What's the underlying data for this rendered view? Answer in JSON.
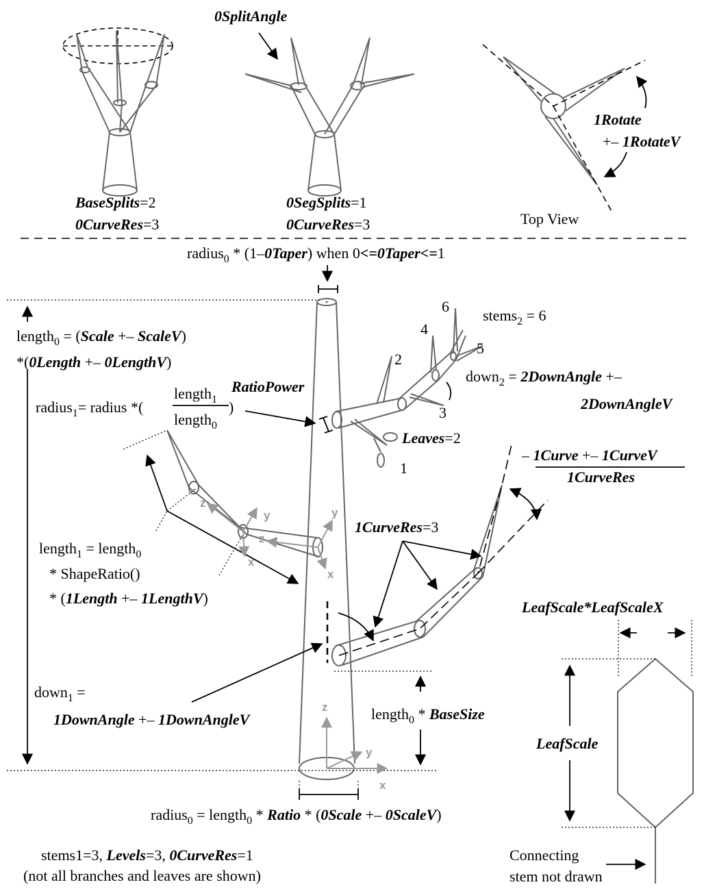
{
  "top": {
    "left": {
      "label1_var": "BaseSplits",
      "label1_val": "=2",
      "label2_var": "0CurveRes",
      "label2_val": "=3"
    },
    "middle": {
      "angle_label": "0SplitAngle",
      "label1_var": "0SegSplits",
      "label1_val": "=1",
      "label2_var": "0CurveRes",
      "label2_val": "=3"
    },
    "right": {
      "rotate": "1Rotate",
      "pm": "+–",
      "rotatev": "1RotateV",
      "caption": "Top View"
    }
  },
  "taper": {
    "p1": "radius",
    "sub": "0",
    "p2": " * (1–",
    "v1": "0Taper",
    "p3": ") when 0",
    "op1": "<=",
    "v2": "0Taper",
    "op2": "<=",
    "p4": "1"
  },
  "length0": {
    "l1_a": "length",
    "l1_sub": "0",
    "l1_b": " = (",
    "scale": "Scale",
    "pm": " +– ",
    "scalev": "ScaleV",
    "l1_c": ")",
    "l2_a": "*(",
    "len": "0Length",
    "lenv": "0LengthV",
    "l2_b": ")"
  },
  "radius1": {
    "a": "radius",
    "sub": "1",
    "b": "= radius *(",
    "num": "length",
    "num_sub": "1",
    "den": "length",
    "den_sub": "0",
    "c": ")",
    "power": "RatioPower"
  },
  "stems2": {
    "a": "stems",
    "sub": "2",
    "b": " = 6"
  },
  "down2": {
    "a": "down",
    "sub": "2",
    "b": " = ",
    "v1": "2DownAngle",
    "pm": " +–",
    "v2": "2DownAngleV"
  },
  "branch_nums": [
    "1",
    "2",
    "3",
    "4",
    "5",
    "6"
  ],
  "leaves": {
    "var": "Leaves",
    "val": "=2"
  },
  "curve": {
    "minus": "– ",
    "v1": "1Curve",
    "pm": " +– ",
    "v2": "1CurveV",
    "den": "1CurveRes"
  },
  "curveres": {
    "var": "1CurveRes",
    "val": "=3"
  },
  "length1": {
    "a": "length",
    "sub": "1",
    "b": " = length",
    "sub2": "0",
    "l2": "* ShapeRatio()",
    "l3_a": "* (",
    "v1": "1Length",
    "pm": " +– ",
    "v2": "1LengthV",
    "l3_b": ")"
  },
  "leafscale": {
    "x_label": "LeafScale*LeafScaleX",
    "y_label": "LeafScale"
  },
  "down1": {
    "a": "down",
    "sub": "1",
    "b": " =",
    "v1": "1DownAngle",
    "pm": " +– ",
    "v2": "1DownAngleV"
  },
  "basesize": {
    "a": "length",
    "sub": "0",
    "b": " * ",
    "v": "BaseSize"
  },
  "radius0": {
    "a": "radius",
    "sub": "0",
    "b": " = length",
    "sub2": "0",
    "c": " * ",
    "ratio": "Ratio",
    "d": " * (",
    "s": "0Scale",
    "pm": " +– ",
    "sv": "0ScaleV",
    "e": ")"
  },
  "footer": {
    "a": "stems1=3, ",
    "levels": "Levels",
    "b": "=3, ",
    "cr": "0CurveRes",
    "c": "=1",
    "line2": "(not all branches and leaves are shown)"
  },
  "connecting": {
    "line1": "Connecting",
    "line2": "stem not drawn"
  },
  "axes": {
    "x": "x",
    "y": "y",
    "z": "z"
  }
}
